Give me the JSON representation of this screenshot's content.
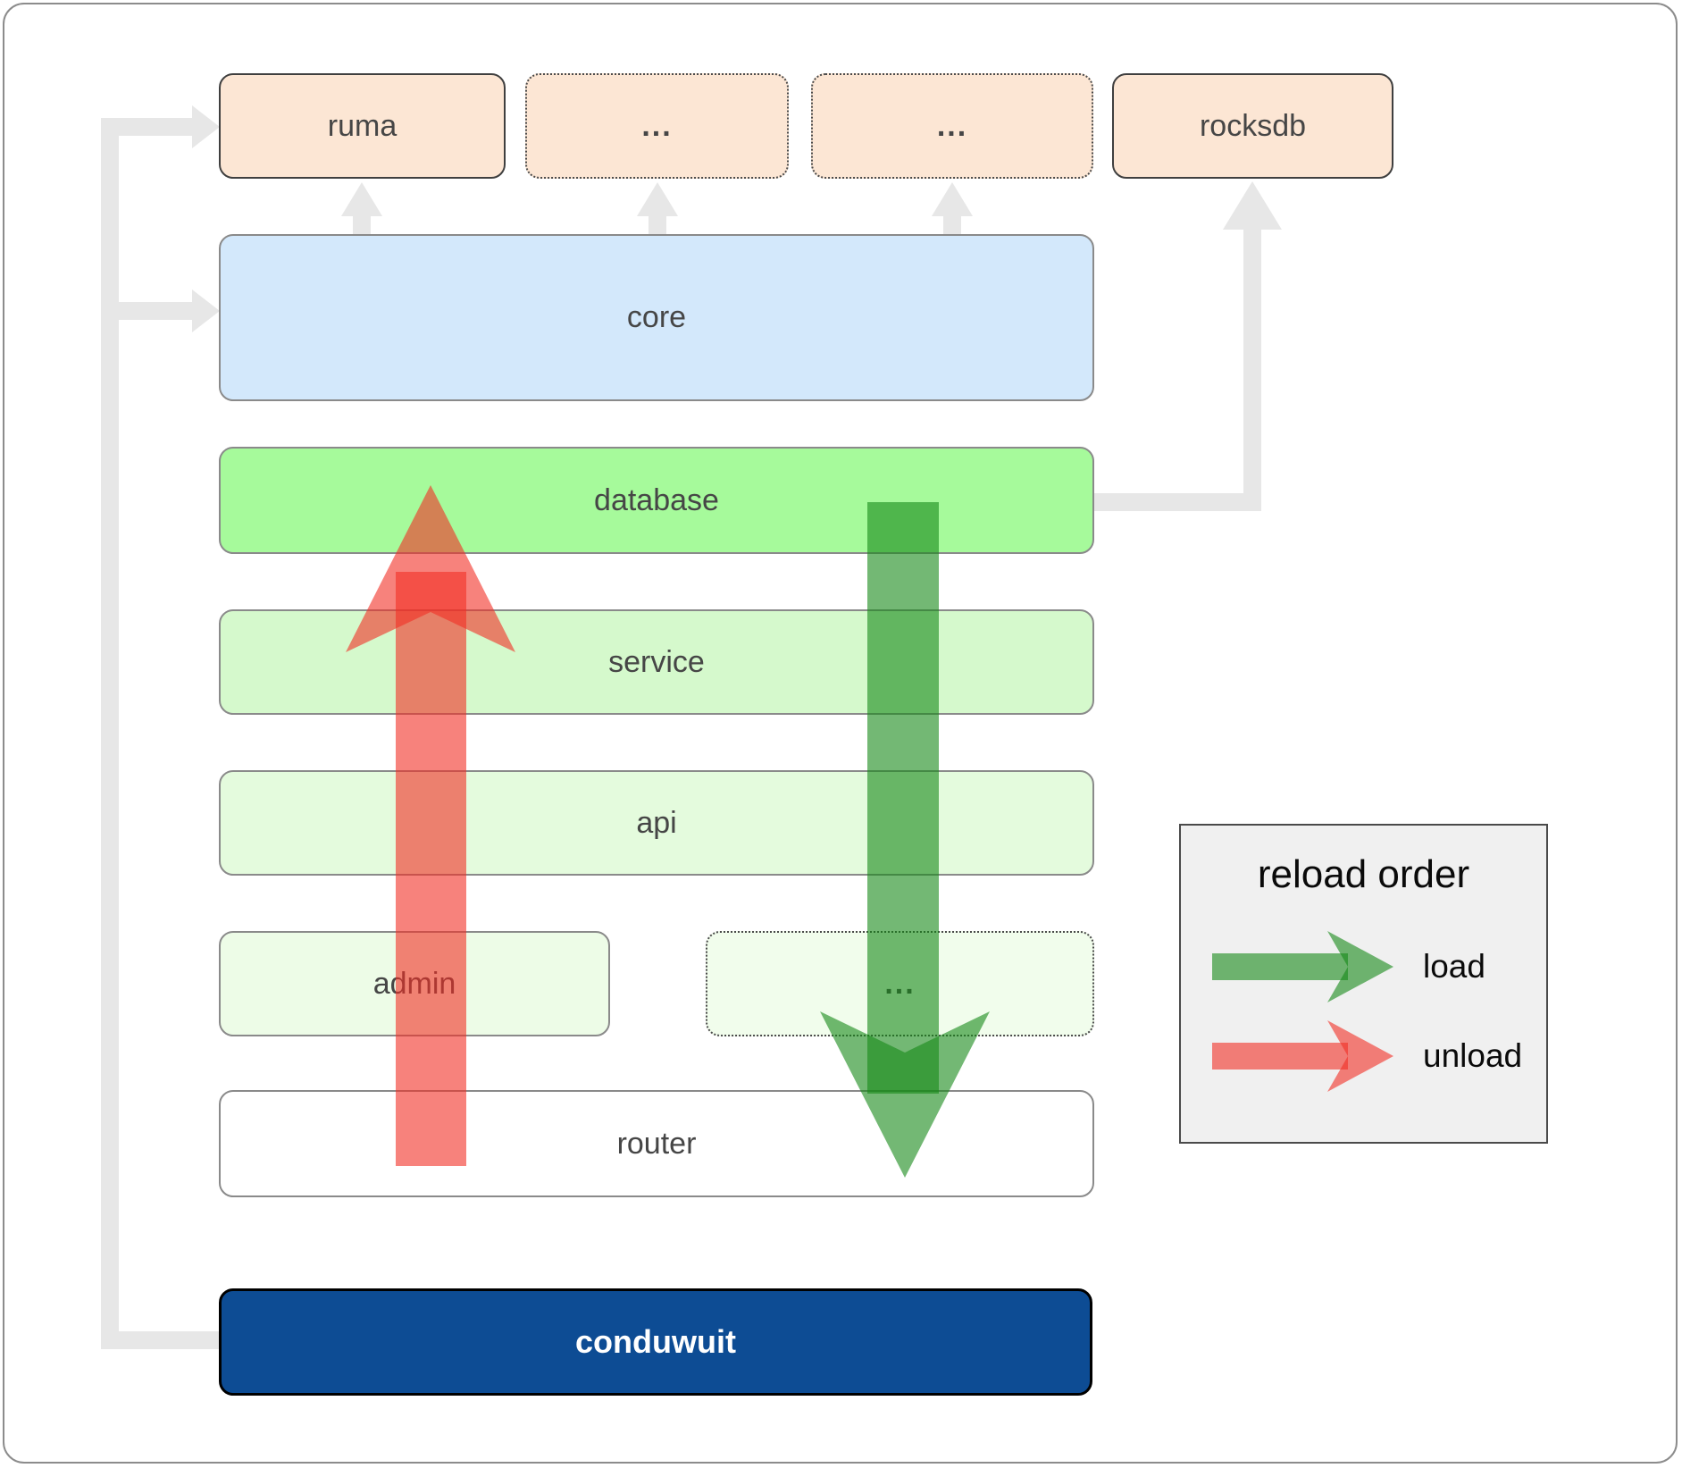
{
  "diagram": {
    "top_row": {
      "ruma": {
        "label": "ruma"
      },
      "ellipsis1": {
        "label": "..."
      },
      "ellipsis2": {
        "label": "..."
      },
      "rocksdb": {
        "label": "rocksdb"
      }
    },
    "layers": {
      "core": {
        "label": "core"
      },
      "database": {
        "label": "database"
      },
      "service": {
        "label": "service"
      },
      "api": {
        "label": "api"
      },
      "admin": {
        "label": "admin"
      },
      "ellipsis3": {
        "label": "..."
      },
      "router": {
        "label": "router"
      },
      "conduwuit": {
        "label": "conduwuit"
      }
    },
    "legend": {
      "title": "reload order",
      "items": [
        {
          "label": "load",
          "arrow_color": "#168917"
        },
        {
          "label": "unload",
          "arrow_color": "#f22f25"
        }
      ]
    },
    "arrows": {
      "load_direction": "down",
      "unload_direction": "up"
    },
    "colors": {
      "peach": "#fce6d4",
      "blue": "#d3e8fb",
      "green-db": "#a6fa9b",
      "green-service": "#d5f9cc",
      "green-api": "#e4fbdd",
      "green-admin": "#edfce7",
      "green-dots": "#f1fdec",
      "router-white": "#ffffff",
      "conduwuit-blue": "#0d4c94",
      "arrow-load": "#168917",
      "arrow-unload": "#f22f25",
      "connector-gray": "#e7e7e7",
      "border-dark": "#3f3f3f",
      "border-gray": "#8a8a8a",
      "label": "#464646",
      "legend-bg": "#f0f0f0"
    }
  }
}
